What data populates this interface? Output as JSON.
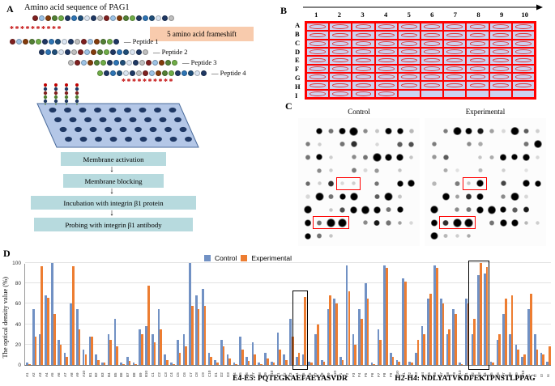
{
  "figure": {
    "panel_a": {
      "label": "A",
      "title": "Amino acid  sequence of PAG1",
      "frameshift_note": "5 amino acid frameshift",
      "asterisks_top": "**********",
      "asterisks_bottom": "**********",
      "sequence_length": 22,
      "peptide_length": 17,
      "frameshift": 5,
      "peptides": [
        {
          "label": "Peptide 1"
        },
        {
          "label": "Peptide 2"
        },
        {
          "label": "Peptide 3"
        },
        {
          "label": "Peptide 4"
        }
      ],
      "workflow_steps": [
        "Membrane activation",
        "Membrane blocking",
        "Incubation with integrin β1 protein",
        "Probing  with integrin β1 antibody"
      ],
      "colors": {
        "note_bg": "#f8cbad",
        "step_bg": "#b7dade",
        "asterisk": "#c00000",
        "membrane": "#b4c7e7"
      }
    },
    "panel_b": {
      "label": "B",
      "column_labels": [
        "1",
        "2",
        "3",
        "4",
        "5",
        "6",
        "7",
        "8",
        "9",
        "10"
      ],
      "row_labels": [
        "A",
        "B",
        "C",
        "D",
        "E",
        "F",
        "G",
        "H",
        "I"
      ],
      "spots_in_last_row": 4,
      "colors": {
        "grid": "#ff0000",
        "cell_bg": "#ccd2f0"
      }
    },
    "panel_c": {
      "label": "C",
      "blots": [
        {
          "label": "Control"
        },
        {
          "label": "Experimental"
        }
      ],
      "highlight_color": "#ff0000",
      "highlights": [
        {
          "row": "E",
          "col_from": 4,
          "col_to": 5
        },
        {
          "row": "H",
          "col_from": 2,
          "col_to": 4
        }
      ]
    },
    "panel_d": {
      "label": "D"
    }
  },
  "chart_data": {
    "type": "bar",
    "title": "",
    "ylabel": "The optical density value (%)",
    "ylim": [
      0,
      100
    ],
    "yticks": [
      0,
      20,
      40,
      60,
      80,
      100
    ],
    "grid": true,
    "legend_position": "top",
    "categories": [
      "A1",
      "A2",
      "A3",
      "A4",
      "A5",
      "A6",
      "A7",
      "A8",
      "A9",
      "A10",
      "B1",
      "B2",
      "B3",
      "B4",
      "B5",
      "B6",
      "B7",
      "B8",
      "B9",
      "B10",
      "C1",
      "C2",
      "C3",
      "C4",
      "C5",
      "C6",
      "C7",
      "C8",
      "C9",
      "C10",
      "D1",
      "D2",
      "D3",
      "D4",
      "D5",
      "D6",
      "D7",
      "D8",
      "D9",
      "D10",
      "E1",
      "E2",
      "E3",
      "E4",
      "E5",
      "E6",
      "E7",
      "E8",
      "E9",
      "E10",
      "F1",
      "F2",
      "F3",
      "F4",
      "F5",
      "F6",
      "F7",
      "F8",
      "F9",
      "F10",
      "G1",
      "G2",
      "G3",
      "G4",
      "G5",
      "G6",
      "G7",
      "G8",
      "G9",
      "G10",
      "H1",
      "H2",
      "H3",
      "H4",
      "H5",
      "H6",
      "H7",
      "H8",
      "H9",
      "H10",
      "I1",
      "I2",
      "I3",
      "I4"
    ],
    "series": [
      {
        "name": "Control",
        "color": "#7191c4",
        "values": [
          2,
          55,
          30,
          68,
          100,
          25,
          12,
          60,
          55,
          15,
          28,
          10,
          2,
          30,
          45,
          2,
          8,
          2,
          35,
          38,
          30,
          55,
          10,
          2,
          25,
          30,
          100,
          68,
          75,
          12,
          5,
          25,
          10,
          2,
          28,
          8,
          22,
          2,
          12,
          3,
          32,
          10,
          45,
          8,
          10,
          3,
          30,
          5,
          55,
          65,
          8,
          98,
          30,
          55,
          80,
          2,
          35,
          98,
          12,
          5,
          85,
          3,
          12,
          38,
          65,
          98,
          65,
          30,
          55,
          2,
          65,
          30,
          88,
          90,
          3,
          25,
          50,
          30,
          20,
          8,
          55,
          30,
          12,
          3
        ]
      },
      {
        "name": "Experimental",
        "color": "#ed7d31",
        "values": [
          1,
          28,
          97,
          66,
          50,
          20,
          8,
          97,
          35,
          10,
          28,
          5,
          2,
          25,
          18,
          1,
          4,
          1,
          30,
          78,
          22,
          35,
          5,
          1,
          12,
          18,
          58,
          55,
          58,
          8,
          2,
          18,
          6,
          1,
          15,
          4,
          10,
          1,
          6,
          2,
          15,
          5,
          28,
          12,
          67,
          2,
          40,
          3,
          68,
          60,
          5,
          72,
          20,
          45,
          65,
          1,
          25,
          95,
          8,
          3,
          82,
          2,
          25,
          30,
          70,
          95,
          60,
          35,
          50,
          1,
          60,
          45,
          100,
          96,
          2,
          30,
          65,
          68,
          15,
          10,
          70,
          15,
          10,
          18
        ]
      }
    ],
    "highlight_boxes": [
      {
        "from": "E4",
        "to": "E5",
        "top": 74
      },
      {
        "from": "H2",
        "to": "H4",
        "top": 104
      }
    ],
    "captions": [
      "E4-E5: PQTEGKAEFAEYASVDR",
      "H2-H4: NDLYATVKDFEKTPNSTLPPAG"
    ]
  }
}
